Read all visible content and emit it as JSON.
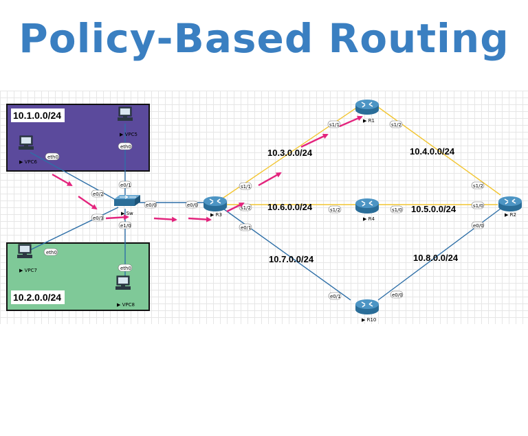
{
  "title": "Policy-Based Routing",
  "subnets": {
    "top_box": "10.1.0.0/24",
    "bottom_box": "10.2.0.0/24"
  },
  "networks": {
    "r3_r1": "10.3.0.0/24",
    "r1_r2": "10.4.0.0/24",
    "r3_r4": "10.6.0.0/24",
    "r4_r2": "10.5.0.0/24",
    "r3_r10": "10.7.0.0/24",
    "r10_r2": "10.8.0.0/24"
  },
  "nodes": {
    "vpc5": "VPC5",
    "vpc6": "VPC6",
    "vpc7": "VPC7",
    "vpc8": "VPC8",
    "sw": "Sw",
    "r1": "R1",
    "r2": "R2",
    "r3": "R3",
    "r4": "R4",
    "r10": "R10"
  },
  "interfaces": {
    "vpc5_eth0": "eth0",
    "vpc6_eth0": "eth0",
    "vpc7_eth0": "eth0",
    "vpc8_eth0": "eth0",
    "sw_e0_1": "e0/1",
    "sw_e0_2": "e0/2",
    "sw_e0_3": "e0/3",
    "sw_e1_0": "e1/0",
    "sw_e0_0": "e0/0",
    "r3_e0_0": "e0/0",
    "r3_s1_1": "s1/1",
    "r3_s1_2": "s1/2",
    "r3_e0_1": "e0/1",
    "r1_s1_1": "s1/1",
    "r1_s1_2": "s1/2",
    "r4_s1_2": "s1/2",
    "r4_s1_0": "s1/0",
    "r2_s1_2": "s1/2",
    "r2_s1_0": "s1/0",
    "r2_e0_0": "e0/0",
    "r10_e0_1": "e0/1",
    "r10_e0_0": "e0/0"
  },
  "colors": {
    "title": "#3a7fc1",
    "purple_box": "#5b4a9c",
    "green_box": "#7fc998",
    "ethernet_link": "#2e6fa7",
    "serial_link": "#f2c530",
    "flow_arrow": "#e3247d"
  }
}
